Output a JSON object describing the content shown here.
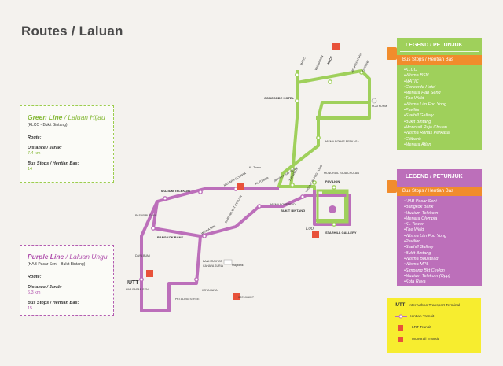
{
  "title": "Routes / Laluan",
  "green_info": {
    "title_en": "Green Line",
    "title_my": "/ Laluan Hijau",
    "route": "(KLCC - Bukit Bintang)",
    "route_label": "Route:",
    "distance_label": "Distance",
    "distance_label_my": "/ Jarak:",
    "distance_value": "7.4 km",
    "stops_label": "Bus Stops",
    "stops_label_my": "/ Hentian Bas:",
    "stops_value": "14"
  },
  "purple_info": {
    "title_en": "Purple Line",
    "title_my": "/ Laluan Ungu",
    "route": "(HAB Pasar Seni - Bukit Bintang)",
    "route_label": "Route:",
    "distance_label": "Distance",
    "distance_label_my": "/ Jarak:",
    "distance_value": "6.3 km",
    "stops_label": "Bus Stops",
    "stops_label_my": "/ Hentian Bas:",
    "stops_value": "15"
  },
  "green_legend": {
    "heading": "LEGEND / PETUNJUK",
    "sub": "Bus Stops / Hentian Bas",
    "stops": [
      "KLCC",
      "Wisma BSN",
      "MATIC",
      "Concorde Hotel",
      "Menara Hap Seng",
      "The Weld",
      "Wisma Lim Foo Yong",
      "Pavilion",
      "Starhill Gallery",
      "Bukit Bintang",
      "Monorail Raja Chulan",
      "Wisma Rohas Perkasa",
      "Citibank",
      "Menara Atlan"
    ]
  },
  "purple_legend": {
    "heading": "LEGEND / PETUNJUK",
    "sub": "Bus Stops / Hentian Bas",
    "stops": [
      "HAB Pasar Seni",
      "Bangkok Bank",
      "Muzium Telekom",
      "Menara Olympia",
      "KL Tower",
      "The Weld",
      "Wisma Lim Foo Yong",
      "Pavilion",
      "Starhill Gallery",
      "Bukit Bintang",
      "Wisma Boustead",
      "Wisma MPL",
      "Simpang Bkt Ceylon",
      "Muzium Telekom (Opp)",
      "Kota Raya"
    ]
  },
  "key": {
    "iutt_sym": "IUTT",
    "iutt_text": "Inter-Urban Transport Terminal",
    "stop_text": "Hentian Transit",
    "lrt_text": "LRT Transit",
    "mono_text": "Monorail Transit"
  },
  "map_labels": {
    "klcc": "KLCC",
    "wisma_bsn": "WISMA BSN",
    "matic": "MATIC",
    "menara_atlan": "MENARA ATLAN",
    "citibank": "CITIBANK",
    "concorde": "CONCORDE HOTEL",
    "wisma_rohas": "WISMA ROHAS PERKASA",
    "monorail_raja": "MONORAIL RAJA CHULAN",
    "menara_hap_seng": "MENARA HAP SENG",
    "the_weld": "THE WELD",
    "wisma_lfy": "WISMA LIM FOO YONG",
    "pavilion": "PAVILION",
    "bukit_bintang": "BUKIT BINTANG",
    "starhill": "STARHILL GALLERY",
    "kl_tower": "KL TOWER",
    "menara_olympia": "MENARA OLYMPIA",
    "muzium": "MUZIUM TELEKOM",
    "bangkok": "BANGKOK BANK",
    "iutt": "IUTT",
    "hab": "HAB PASAR SENI",
    "kota_raya": "KOTA RAYA",
    "wisma_mpl": "WISMA MPL",
    "simpang": "SIMPANG BKT CEYLON",
    "boustead": "WISMA BOUSTEAD",
    "loop": "Loo",
    "kl_tower_small": "KL Tower",
    "maybank": "Maybank",
    "platform": "PLATFORM",
    "petaling": "PETALING STREET",
    "daya_bumi": "DAYA BUMI",
    "pasar_budaya": "PASAR BUDAYA",
    "bank_rakyat": "BANK RAKYAT",
    "cahaya_suria": "CAHAYA SURIA",
    "wisma_kfc": "WISMA KFC"
  },
  "colors": {
    "green": "#9fd05b",
    "purple": "#bc6fba",
    "orange": "#f18c2c",
    "red": "#e8523a",
    "yellow": "#f7ed2f"
  }
}
